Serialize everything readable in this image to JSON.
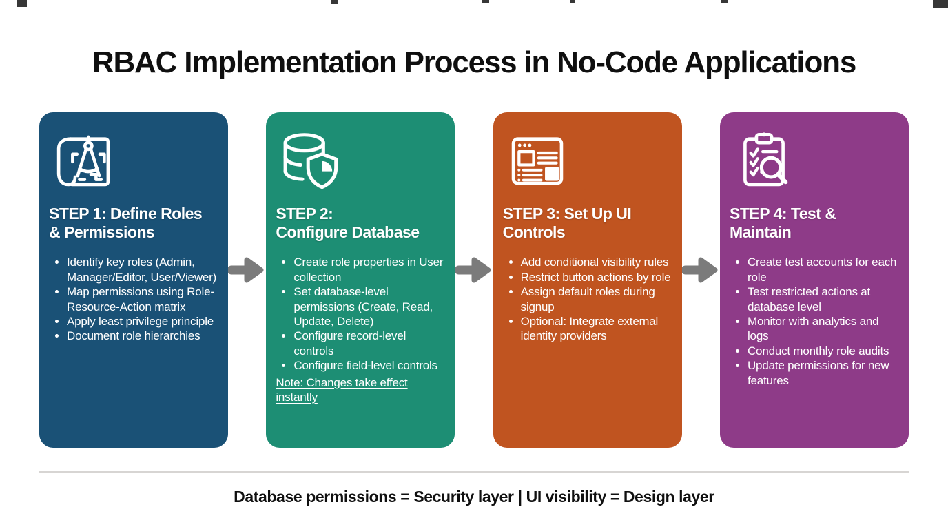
{
  "page": {
    "title": "RBAC Implementation Process in No-Code Applications",
    "footer_note": "Database permissions = Security layer | UI visibility = Design layer"
  },
  "colors": {
    "step1": "#1a5176",
    "step2": "#1d8e74",
    "step3": "#c05420",
    "step4": "#8e3b88",
    "arrow": "#7b7b7b",
    "divider": "#d7d5d3",
    "text_on_card": "#ffffff",
    "heading_text": "#0f0f0f"
  },
  "steps": [
    {
      "id": 1,
      "color": "#1a5176",
      "icon": "blueprint-compass-icon",
      "title": "STEP 1: Define Roles\n& Permissions",
      "bullets": [
        "Identify key roles (Admin, Manager/Editor, User/Viewer)",
        "Map permissions using Role-Resource-Action matrix",
        "Apply least privilege principle",
        "Document role hierarchies"
      ],
      "note": ""
    },
    {
      "id": 2,
      "color": "#1d8e74",
      "icon": "database-shield-icon",
      "title": "STEP 2:\nConfigure Database",
      "bullets": [
        "Create role properties in User collection",
        "Set database-level permissions (Create, Read, Update, Delete)",
        "Configure record-level controls",
        "Configure field-level controls"
      ],
      "note": "Note: Changes take effect instantly"
    },
    {
      "id": 3,
      "color": "#c05420",
      "icon": "browser-window-icon",
      "title": "STEP 3: Set Up UI\nControls",
      "bullets": [
        "Add conditional visibility rules",
        "Restrict button actions by role",
        "Assign default roles during signup",
        "Optional: Integrate external identity providers"
      ],
      "note": ""
    },
    {
      "id": 4,
      "color": "#8e3b88",
      "icon": "clipboard-search-icon",
      "title": "STEP 4: Test &\nMaintain",
      "bullets": [
        "Create test accounts for each role",
        "Test restricted actions at database level",
        "Monitor with analytics and logs",
        "Conduct monthly role audits",
        "Update permissions for new features"
      ],
      "note": ""
    }
  ],
  "arrows": {
    "count": 3,
    "direction": "right",
    "color": "#7b7b7b"
  }
}
